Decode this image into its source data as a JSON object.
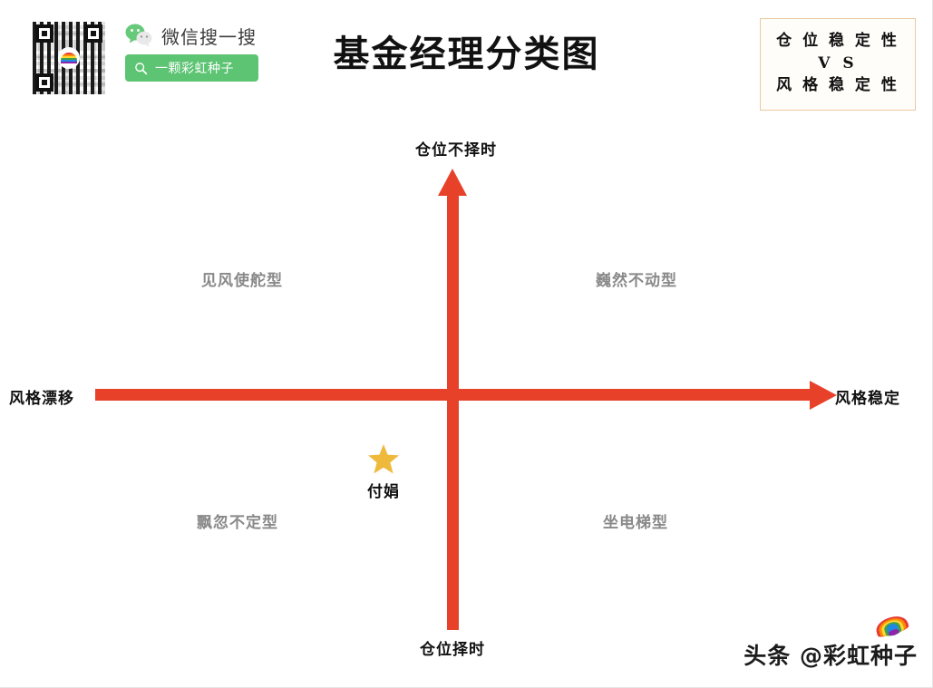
{
  "page": {
    "title": "基金经理分类图",
    "background": "#ffffff",
    "accent_color": "#e8412a",
    "quadrant_label_color": "#898989",
    "star_color": "#efb93c"
  },
  "promo": {
    "qr_alt": "qr-code",
    "wechat_label": "微信搜一搜",
    "search_query": "一颗彩虹种子",
    "search_pill_color": "#5cc472",
    "icons": {
      "wechat": "wechat-icon",
      "search": "search-icon",
      "rainbow": "rainbow-logo-icon"
    }
  },
  "caption_box": {
    "line1": "仓 位 稳 定 性",
    "line2": "V S",
    "line3": "风 格 稳 定 性",
    "border_color": "#e8c9a0"
  },
  "chart_data": {
    "type": "scatter",
    "title": "基金经理分类图",
    "subtitle": "仓 位 稳 定 性 V S 风 格 稳 定 性",
    "xlabel_left": "风格漂移",
    "xlabel_right": "风格稳定",
    "ylabel_top": "仓位不择时",
    "ylabel_bottom": "仓位择时",
    "grid": false,
    "legend": "none",
    "axis_style": "double-arrow-cross",
    "quadrants": [
      {
        "position": "top-left",
        "label": "见风使舵型"
      },
      {
        "position": "top-right",
        "label": "巍然不动型"
      },
      {
        "position": "bottom-left",
        "label": "飘忽不定型"
      },
      {
        "position": "bottom-right",
        "label": "坐电梯型"
      }
    ],
    "points": [
      {
        "name": "付娟",
        "quadrant": "bottom-left",
        "marker": "star",
        "x": -0.18,
        "y": -0.22
      }
    ]
  },
  "axes": {
    "top": "仓位不择时",
    "bottom": "仓位择时",
    "left": "风格漂移",
    "right": "风格稳定"
  },
  "quadrants": {
    "top_left": "见风使舵型",
    "top_right": "巍然不动型",
    "bottom_left": "飘忽不定型",
    "bottom_right": "坐电梯型"
  },
  "marker": {
    "name": "付娟",
    "icon": "star-icon"
  },
  "watermark": {
    "text": "头条 @彩虹种子",
    "logo": "rainbow-logo-icon"
  }
}
